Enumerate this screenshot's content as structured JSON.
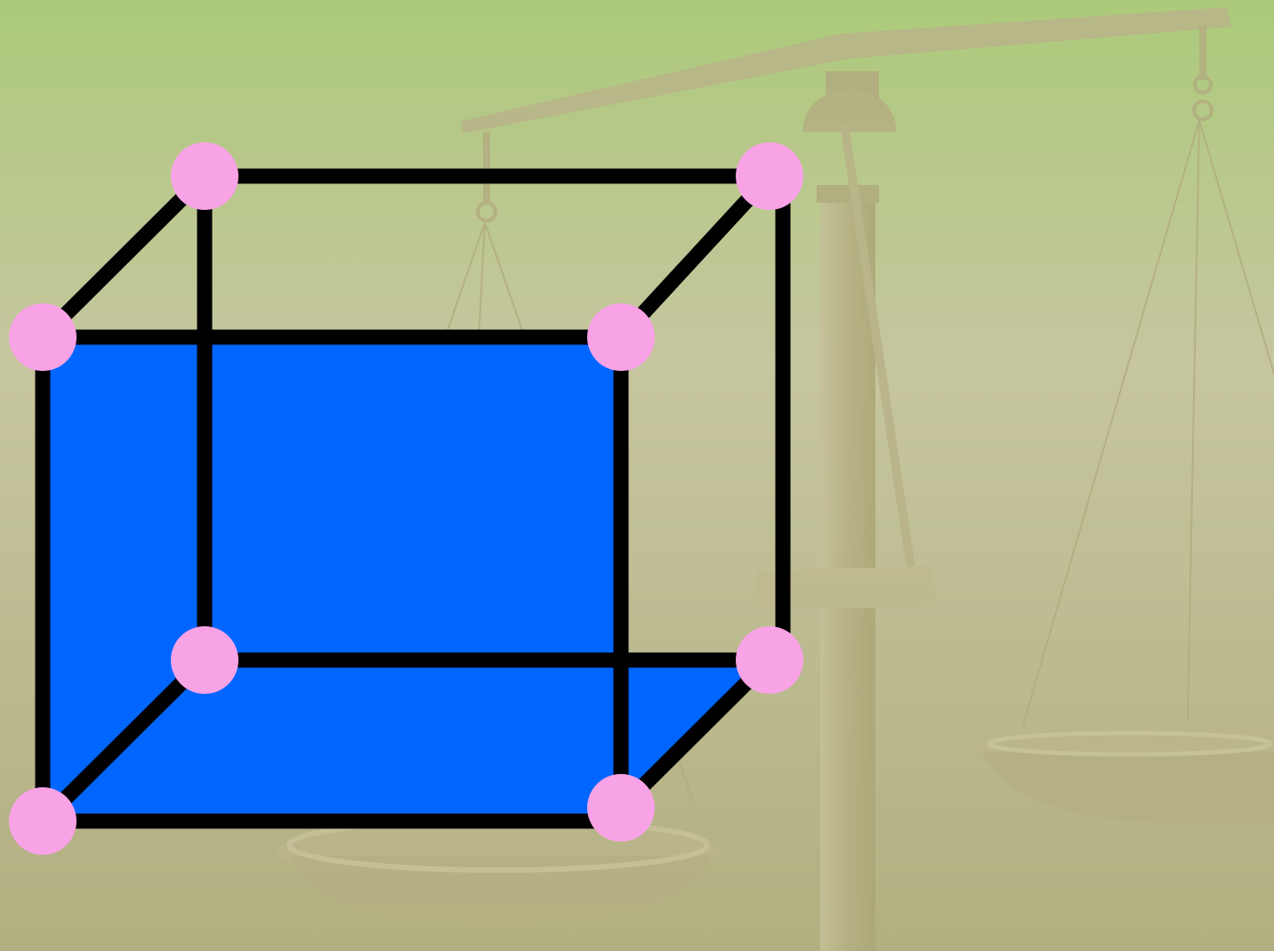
{
  "slide": {
    "background": {
      "top_color": "#acca7a",
      "mid_color": "#c6c69f",
      "bottom_color": "#b2af80",
      "watermark": "balance-scale",
      "watermark_color": "#b3ad80"
    }
  },
  "diagram": {
    "kind": "wireframe-cube",
    "vertex_count": 8,
    "edge_count": 12,
    "shaded_faces": [
      "front-face",
      "bottom-face"
    ],
    "colors": {
      "face_fill": "#0066ff",
      "edge_stroke": "#000000",
      "vertex_fill": "#f8a3e6"
    }
  }
}
